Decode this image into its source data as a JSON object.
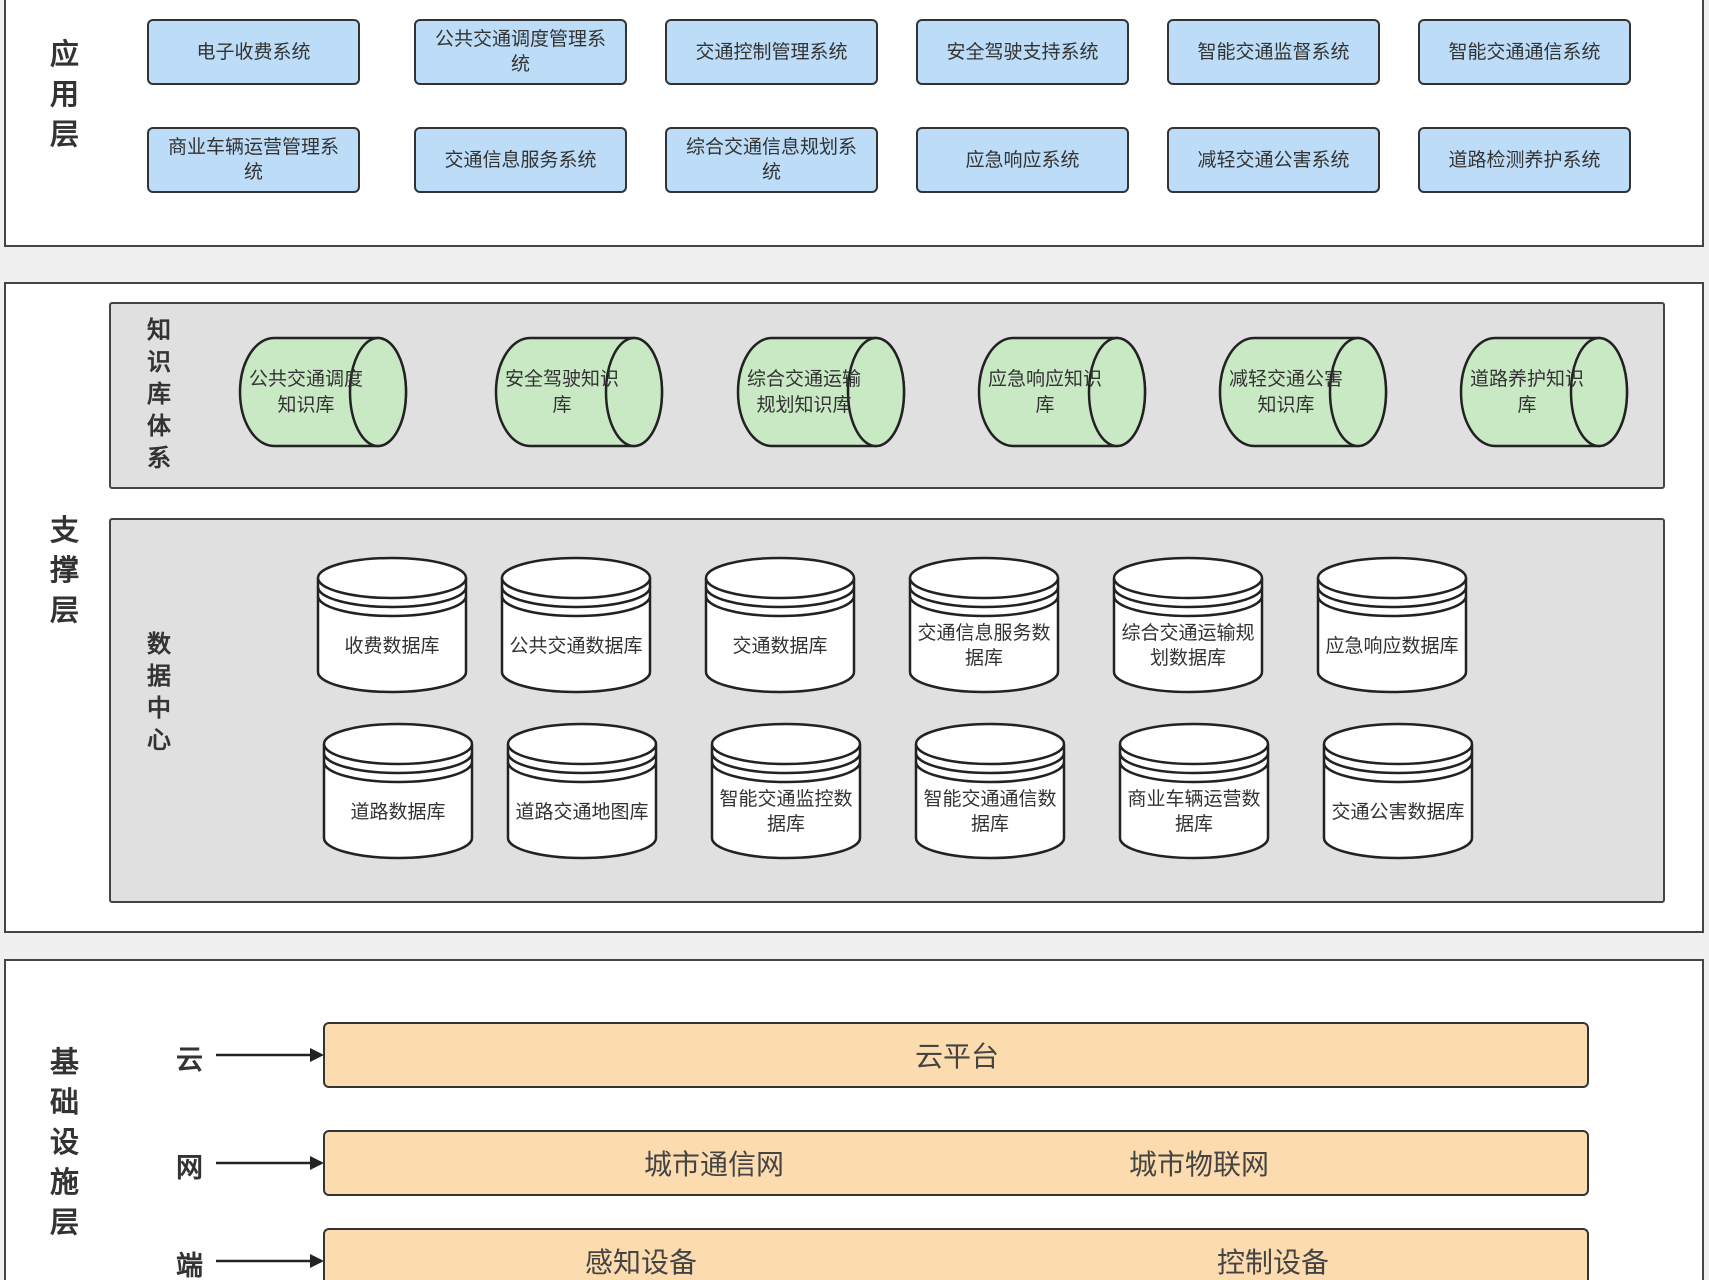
{
  "application_layer": {
    "label_chars": [
      "应",
      "用",
      "层"
    ],
    "systems_row1": [
      "电子收费系统",
      "公共交通调度管理系统",
      "交通控制管理系统",
      "安全驾驶支持系统",
      "智能交通监督系统",
      "智能交通通信系统"
    ],
    "systems_row2": [
      "商业车辆运营管理系统",
      "交通信息服务系统",
      "综合交通信息规划系统",
      "应急响应系统",
      "减轻交通公害系统",
      "道路检测养护系统"
    ]
  },
  "support_layer": {
    "label_chars": [
      "支",
      "撑",
      "层"
    ],
    "knowledge_base": {
      "label_chars": [
        "知",
        "识",
        "库",
        "体",
        "系"
      ],
      "items": [
        "公共交通调度知识库",
        "安全驾驶知识库",
        "综合交通运输规划知识库",
        "应急响应知识库",
        "减轻交通公害知识库",
        "道路养护知识库"
      ]
    },
    "data_center": {
      "label_chars": [
        "数",
        "据",
        "中",
        "心"
      ],
      "row1": [
        "收费数据库",
        "公共交通数据库",
        "交通数据库",
        "交通信息服务数据库",
        "综合交通运输规划数据库",
        "应急响应数据库"
      ],
      "row2": [
        "道路数据库",
        "道路交通地图库",
        "智能交通监控数据库",
        "智能交通通信数据库",
        "商业车辆运营数据库",
        "交通公害数据库"
      ]
    }
  },
  "infrastructure_layer": {
    "label_chars": [
      "基",
      "础",
      "设",
      "施",
      "层"
    ],
    "rows": [
      {
        "label": "云",
        "items": [
          "云平台"
        ]
      },
      {
        "label": "网",
        "items": [
          "城市通信网",
          "城市物联网"
        ]
      },
      {
        "label": "端",
        "items": [
          "感知设备",
          "控制设备"
        ]
      }
    ]
  },
  "colors": {
    "app_box": "#bcdcf7",
    "knowledge_cylinder": "#c9e8c4",
    "panel_bg": "#e0e0e0",
    "infra_bar": "#fcdcae"
  }
}
